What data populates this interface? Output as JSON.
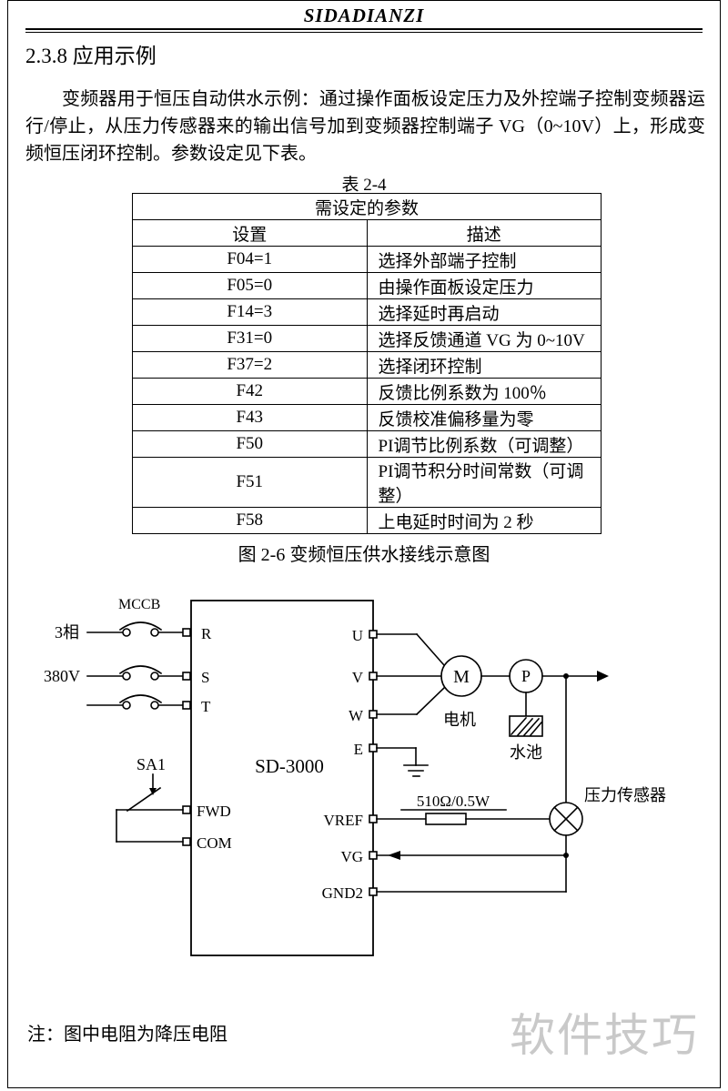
{
  "page": {
    "header_title": "SIDADIANZI",
    "section_heading": "2.3.8 应用示例",
    "paragraph": "变频器用于恒压自动供水示例：通过操作面板设定压力及外控端子控制变频器运行/停止，从压力传感器来的输出信号加到变频器控制端子 VG（0~10V）上，形成变频恒压闭环控制。参数设定见下表。",
    "table_caption": "表 2-4",
    "figure_caption": "图 2-6 变频恒压供水接线示意图",
    "note": "注：图中电阻为降压电阻",
    "watermark": "软件技巧"
  },
  "table": {
    "title": "需设定的参数",
    "columns": [
      "设置",
      "描述"
    ],
    "rows": [
      [
        "F04=1",
        "选择外部端子控制"
      ],
      [
        "F05=0",
        "由操作面板设定压力"
      ],
      [
        "F14=3",
        "选择延时再启动"
      ],
      [
        "F31=0",
        "选择反馈通道 VG 为 0~10V"
      ],
      [
        "F37=2",
        "选择闭环控制"
      ],
      [
        "F42",
        "反馈比例系数为 100％"
      ],
      [
        "F43",
        "反馈校准偏移量为零"
      ],
      [
        "F50",
        "PI调节比例系数（可调整）"
      ],
      [
        "F51",
        "PI调节积分时间常数（可调整）"
      ],
      [
        "F58",
        "上电延时时间为 2 秒"
      ]
    ]
  },
  "diagram": {
    "labels": {
      "mccb": "MCCB",
      "phase3": "3相",
      "voltage": "380V",
      "r": "R",
      "s": "S",
      "t": "T",
      "device": "SD-3000",
      "sa1": "SA1",
      "fwd": "FWD",
      "com": "COM",
      "u": "U",
      "v": "V",
      "w": "W",
      "e": "E",
      "vref": "VREF",
      "vg": "VG",
      "gnd2": "GND2",
      "motor_m": "M",
      "motor": "电机",
      "pump_p": "P",
      "pool": "水池",
      "resistor": "510Ω/0.5W",
      "sensor": "压力传感器"
    }
  }
}
